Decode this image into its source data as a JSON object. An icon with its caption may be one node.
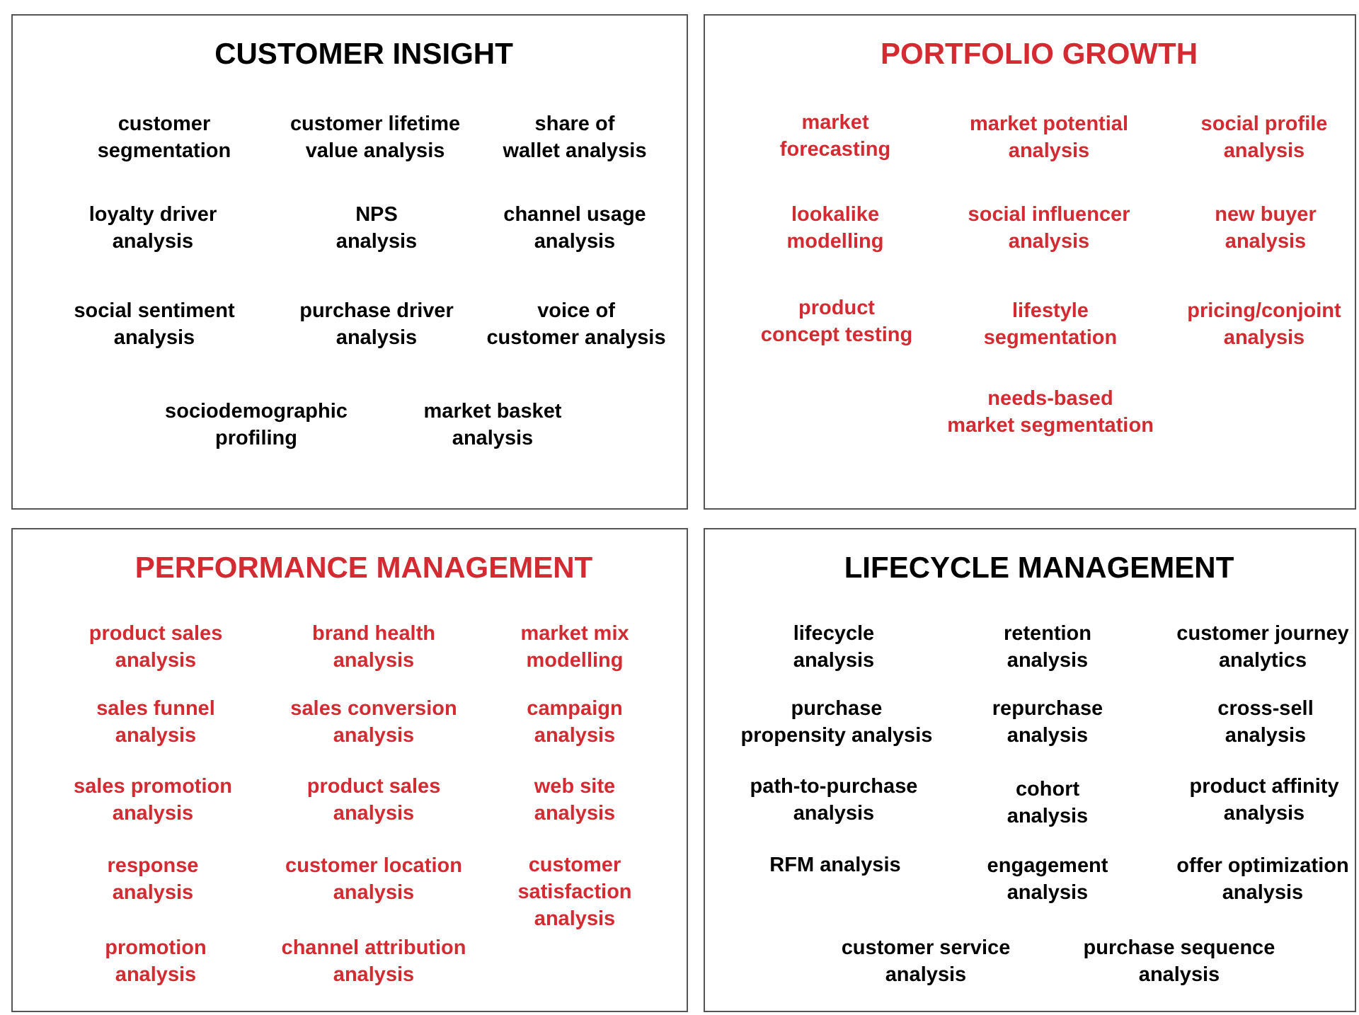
{
  "diagram": {
    "nodes": [
      {
        "text": [
          "CUSTOMER INSIGHT",
          "customer segmentation",
          "customer lifetime value analysis",
          "share of wallet analysis",
          "loyalty driver analysis",
          "NPS analysis",
          "channel usage analysis",
          "social sentiment analysis",
          "purchase driver analysis",
          "voice of customer analysis",
          "sociodemographic profiling",
          "market basket analysis"
        ]
      },
      {
        "text": [
          "PORTFOLIO GROWTH",
          "market forecasting",
          "market potential analysis",
          "social profile analysis",
          "lookalike modelling",
          "social influencer analysis",
          "new buyer analysis",
          "product concept testing",
          "lifestyle segmentation",
          "pricing/conjoint analysis",
          "needs-based market segmentation"
        ]
      },
      {
        "text": [
          "PERFORMANCE MANAGEMENT",
          "product sales analysis",
          "brand health analysis",
          "market mix modelling",
          "sales funnel analysis",
          "sales conversion analysis",
          "campaign analysis",
          "sales promotion analysis",
          "product sales analysis",
          "web site analysis",
          "response analysis",
          "customer location analysis",
          "customer satisfaction analysis",
          "promotion analysis",
          "channel attribution analysis"
        ]
      },
      {
        "text": [
          "LIFECYCLE MANAGEMENT",
          "lifecycle analysis",
          "retention analysis",
          "customer journey analytics",
          "purchase propensity analysis",
          "repurchase analysis",
          "cross-sell analysis",
          "path-to-purchase analysis",
          "cohort analysis",
          "product affinity analysis",
          "RFM analysis",
          "engagement analysis",
          "offer optimization analysis",
          "customer service analysis",
          "purchase sequence analysis"
        ]
      }
    ],
    "edges": []
  }
}
